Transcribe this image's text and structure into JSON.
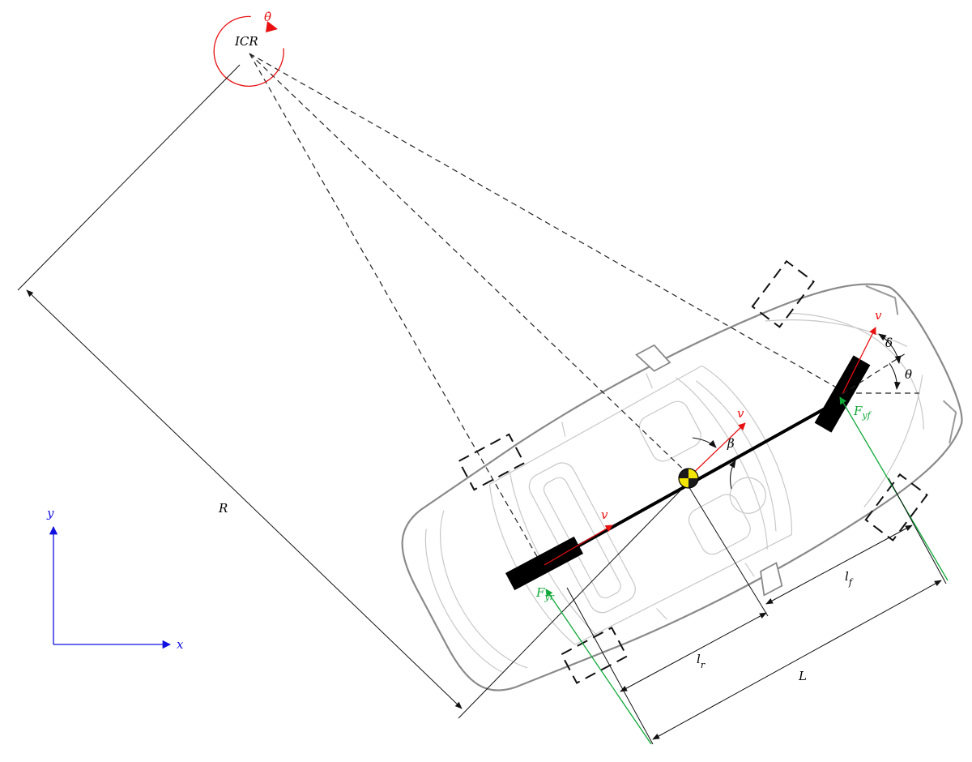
{
  "labels": {
    "icr": "ICR",
    "theta_dot": "θ̇",
    "R": "R",
    "v_front": "v",
    "v_cg": "v",
    "v_rear": "v",
    "delta": "δ",
    "theta": "θ",
    "beta": "β",
    "F_yf_main": "F",
    "F_yf_sub": "yf",
    "F_yr_main": "F",
    "F_yr_sub": "yr",
    "l_f_main": "l",
    "l_f_sub": "f",
    "l_r_main": "l",
    "l_r_sub": "r",
    "L": "L",
    "axis_x": "x",
    "axis_y": "y"
  },
  "colors": {
    "velocity": "#e81010",
    "force": "#10a838",
    "axes": "#1010e0",
    "rotation": "#e81010",
    "cg_yellow": "#f2e600",
    "cg_dark": "#1a1a1a"
  }
}
